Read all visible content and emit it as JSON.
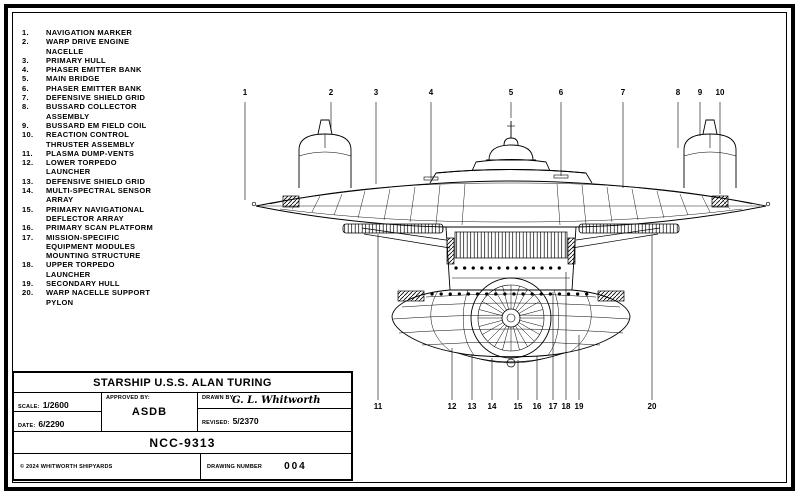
{
  "parts_list": {
    "items": [
      {
        "num": "1.",
        "label": "NAVIGATION MARKER"
      },
      {
        "num": "2.",
        "label": "WARP DRIVE ENGINE NACELLE"
      },
      {
        "num": "3.",
        "label": "PRIMARY HULL"
      },
      {
        "num": "4.",
        "label": "PHASER EMITTER BANK"
      },
      {
        "num": "5.",
        "label": "MAIN BRIDGE"
      },
      {
        "num": "6.",
        "label": "PHASER EMITTER BANK"
      },
      {
        "num": "7.",
        "label": "DEFENSIVE SHIELD GRID"
      },
      {
        "num": "8.",
        "label": "BUSSARD COLLECTOR ASSEMBLY"
      },
      {
        "num": "9.",
        "label": "BUSSARD EM FIELD COIL"
      },
      {
        "num": "10.",
        "label": "REACTION CONTROL THRUSTER ASSEMBLY"
      },
      {
        "num": "11.",
        "label": "PLASMA DUMP-VENTS"
      },
      {
        "num": "12.",
        "label": "LOWER TORPEDO LAUNCHER"
      },
      {
        "num": "13.",
        "label": "DEFENSIVE SHIELD GRID"
      },
      {
        "num": "14.",
        "label": "MULTI-SPECTRAL SENSOR ARRAY"
      },
      {
        "num": "15.",
        "label": "PRIMARY NAVIGATIONAL DEFLECTOR ARRAY"
      },
      {
        "num": "16.",
        "label": "PRIMARY SCAN PLATFORM"
      },
      {
        "num": "17.",
        "label": "MISSION-SPECIFIC EQUIPMENT MODULES MOUNTING STRUCTURE"
      },
      {
        "num": "18.",
        "label": "UPPER TORPEDO LAUNCHER"
      },
      {
        "num": "19.",
        "label": "SECONDARY HULL"
      },
      {
        "num": "20.",
        "label": "WARP NACELLE SUPPORT PYLON"
      }
    ]
  },
  "callouts": {
    "top": [
      "1",
      "2",
      "3",
      "4",
      "5",
      "6",
      "7",
      "8",
      "9",
      "10"
    ],
    "bottom": [
      "11",
      "12",
      "13",
      "14",
      "15",
      "16",
      "17",
      "18",
      "19",
      "20"
    ]
  },
  "title_block": {
    "ship_name": "STARSHIP U.S.S. ALAN TURING",
    "scale_label": "SCALE:",
    "scale_value": "1/2600",
    "approved_label": "APPROVED BY:",
    "approved_value": "ASDB",
    "drawn_label": "DRAWN BY:",
    "drawn_signature": "G. L. Whitworth",
    "date_label": "DATE:",
    "date_value": "6/2290",
    "revised_label": "REVISED:",
    "revised_value": "5/2370",
    "registry": "NCC-9313",
    "copyright": "© 2024  WHITWORTH SHIPYARDS",
    "drawing_number_label": "DRAWING NUMBER",
    "drawing_number_value": "004"
  },
  "colors": {
    "line": "#000000",
    "background": "#ffffff"
  }
}
